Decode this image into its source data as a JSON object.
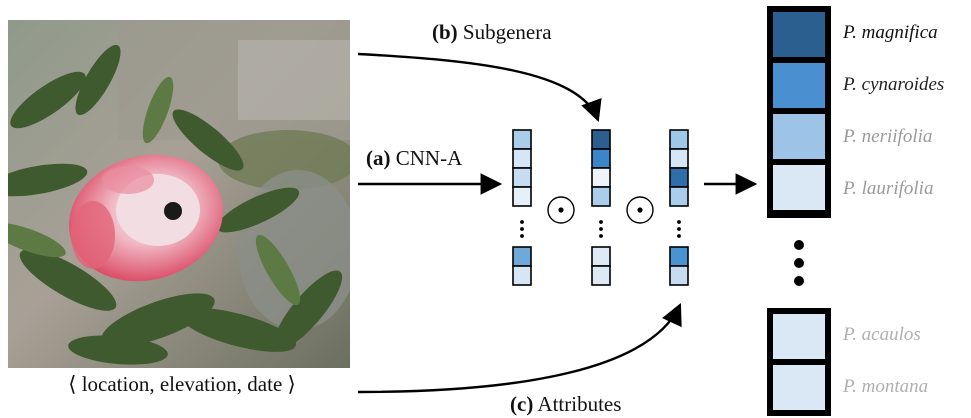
{
  "photo": {
    "subject": "protea-flower-photo",
    "context_caption": "⟨ location, elevation, date ⟩"
  },
  "labels": {
    "a": {
      "letter": "(a)",
      "text": "CNN-A"
    },
    "b": {
      "letter": "(b)",
      "text": "Subgenera"
    },
    "c": {
      "letter": "(c)",
      "text": "Attributes"
    }
  },
  "operators": {
    "elementwise_product": "⊙"
  },
  "vectors": {
    "cnn": [
      "#a9cdea",
      "#d6e6f4",
      "#c7dcf0",
      "#e6f0f9",
      "#6ea9da",
      "#d6e6f4"
    ],
    "subgenera": [
      "#2b5f8f",
      "#3a86c8",
      "#eef4fa",
      "#a9cdea",
      "#dde9f5",
      "#dde9f5"
    ],
    "attributes": [
      "#9ec8e8",
      "#d6e6f4",
      "#2f6ea8",
      "#a9cdea",
      "#4a93d2",
      "#c7dcf0"
    ]
  },
  "output": {
    "top_classes": [
      {
        "name": "P. magnifica",
        "color": "#2b5f8f",
        "text_color": "#111111"
      },
      {
        "name": "P. cynaroides",
        "color": "#4a8fd0",
        "text_color": "#222222"
      },
      {
        "name": "P. neriifolia",
        "color": "#9dc3e6",
        "text_color": "#9a9a9a"
      },
      {
        "name": "P. laurifolia",
        "color": "#dae8f5",
        "text_color": "#9a9a9a"
      }
    ],
    "bottom_classes": [
      {
        "name": "P. acaulos",
        "color": "#dae8f5",
        "text_color": "#b0b0b0"
      },
      {
        "name": "P. montana",
        "color": "#dae8f5",
        "text_color": "#b0b0b0"
      }
    ]
  }
}
